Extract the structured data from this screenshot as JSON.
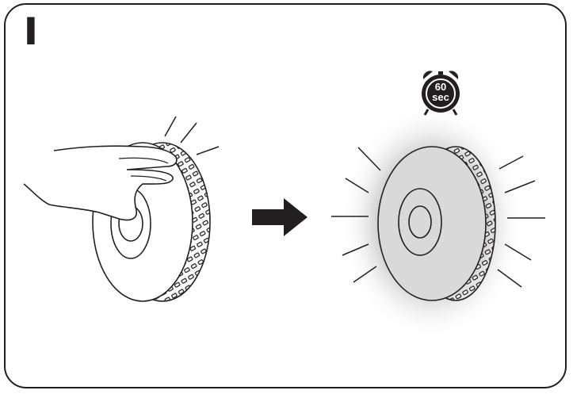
{
  "step": {
    "label": "I"
  },
  "timer": {
    "value": "60",
    "unit": "sec"
  },
  "colors": {
    "ink": "#231f20",
    "glow": "#bdbdbd"
  }
}
